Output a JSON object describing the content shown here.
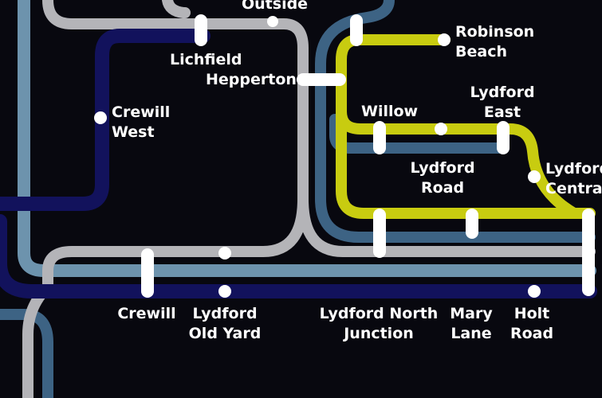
{
  "colors": {
    "background": "#08080f",
    "grey_line": "#b4b4b8",
    "light_blue_line": "#6d93ad",
    "steel_blue_line": "#3d6384",
    "navy_line": "#12125c",
    "yellow_line": "#c8cc10",
    "station": "#ffffff",
    "label": "#ffffff"
  },
  "stations": {
    "outside": {
      "name": "Outside"
    },
    "lichfield": {
      "name": "Lichfield"
    },
    "hepperton": {
      "name": "Hepperton"
    },
    "robinson_beach": {
      "line1": "Robinson",
      "line2": "Beach"
    },
    "crewill_west": {
      "line1": "Crewill",
      "line2": "West"
    },
    "willow": {
      "name": "Willow"
    },
    "lydford_east": {
      "line1": "Lydford",
      "line2": "East"
    },
    "lydford_road": {
      "line1": "Lydford",
      "line2": "Road"
    },
    "lydford_central": {
      "line1": "Lydford",
      "line2": "Central"
    },
    "crewill": {
      "name": "Crewill"
    },
    "lydford_old_yard": {
      "line1": "Lydford",
      "line2": "Old Yard"
    },
    "lydford_north_junction": {
      "line1": "Lydford North",
      "line2": "Junction"
    },
    "mary_lane": {
      "line1": "Mary",
      "line2": "Lane"
    },
    "holt_road": {
      "line1": "Holt",
      "line2": "Road"
    }
  }
}
